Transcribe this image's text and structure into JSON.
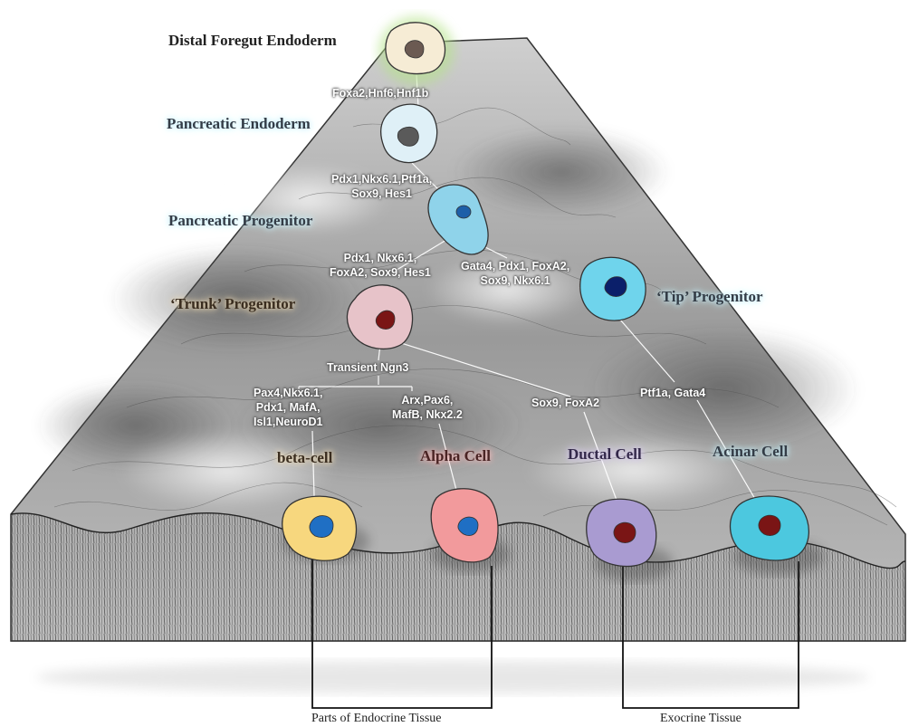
{
  "stages": {
    "distal_foregut_endoderm": "Distal Foregut Endoderm",
    "pancreatic_endoderm": "Pancreatic Endoderm",
    "pancreatic_progenitor": "Pancreatic Progenitor",
    "trunk_progenitor": "‘Trunk’ Progenitor",
    "tip_progenitor": "‘Tip’ Progenitor",
    "beta_cell": "beta-cell",
    "alpha_cell": "Alpha Cell",
    "ductal_cell": "Ductal Cell",
    "acinar_cell": "Acinar Cell"
  },
  "markers": {
    "foregut_to_endoderm": [
      "Foxa2,Hnf6,Hnf1b"
    ],
    "endoderm_to_progenitor": [
      "Pdx1,Nkx6.1,Ptf1a,",
      "Sox9, Hes1"
    ],
    "progenitor_to_trunk": [
      "Pdx1, Nkx6.1,",
      "FoxA2, Sox9, Hes1"
    ],
    "progenitor_to_tip": [
      "Gata4, Pdx1, FoxA2,",
      "Sox9, Nkx6.1"
    ],
    "trunk_transient": [
      "Transient Ngn3"
    ],
    "to_beta": [
      "Pax4,Nkx6.1,",
      "Pdx1, MafA,",
      "Isl1,NeuroD1"
    ],
    "to_alpha": [
      "Arx,Pax6,",
      "MafB, Nkx2.2"
    ],
    "to_ductal": [
      "Sox9, FoxA2"
    ],
    "to_acinar": [
      "Ptf1a, Gata4"
    ]
  },
  "tissues": {
    "endocrine": "Parts of Endocrine Tissue",
    "exocrine": "Exocrine Tissue"
  },
  "colors": {
    "foregut": "#f6ecd5",
    "endoderm": "#dff0f7",
    "progenitor": "#8fd3ea",
    "trunk": "#e7c3c9",
    "tip": "#6fd4ec",
    "beta": "#f7d77e",
    "alpha": "#f29a9c",
    "ductal": "#a99bd1",
    "acinar": "#4cc8df",
    "nucleus_blue": "#1f6fc4",
    "nucleus_dark": "#7a1515"
  }
}
